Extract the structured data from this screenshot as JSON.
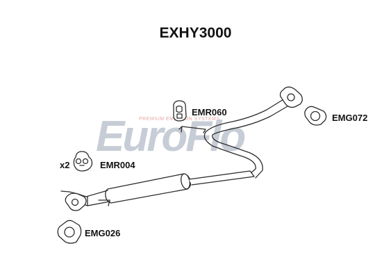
{
  "diagram": {
    "title": "EXHY3000",
    "watermark": {
      "brand": "EuroFlo",
      "tagline": "PREMIUM EMISSION SYSTEMS"
    },
    "parts": {
      "hanger_single": {
        "code": "EMR060"
      },
      "hanger_pair": {
        "code": "EMR004",
        "quantity": "x2"
      },
      "gasket_front": {
        "code": "EMG072"
      },
      "gasket_rear": {
        "code": "EMG026"
      }
    }
  },
  "colors": {
    "outline": "#2b2b2b",
    "part_fill": "#ffffff",
    "watermark_grey": "#c7cdd6",
    "watermark_red": "#e5a8a8"
  }
}
